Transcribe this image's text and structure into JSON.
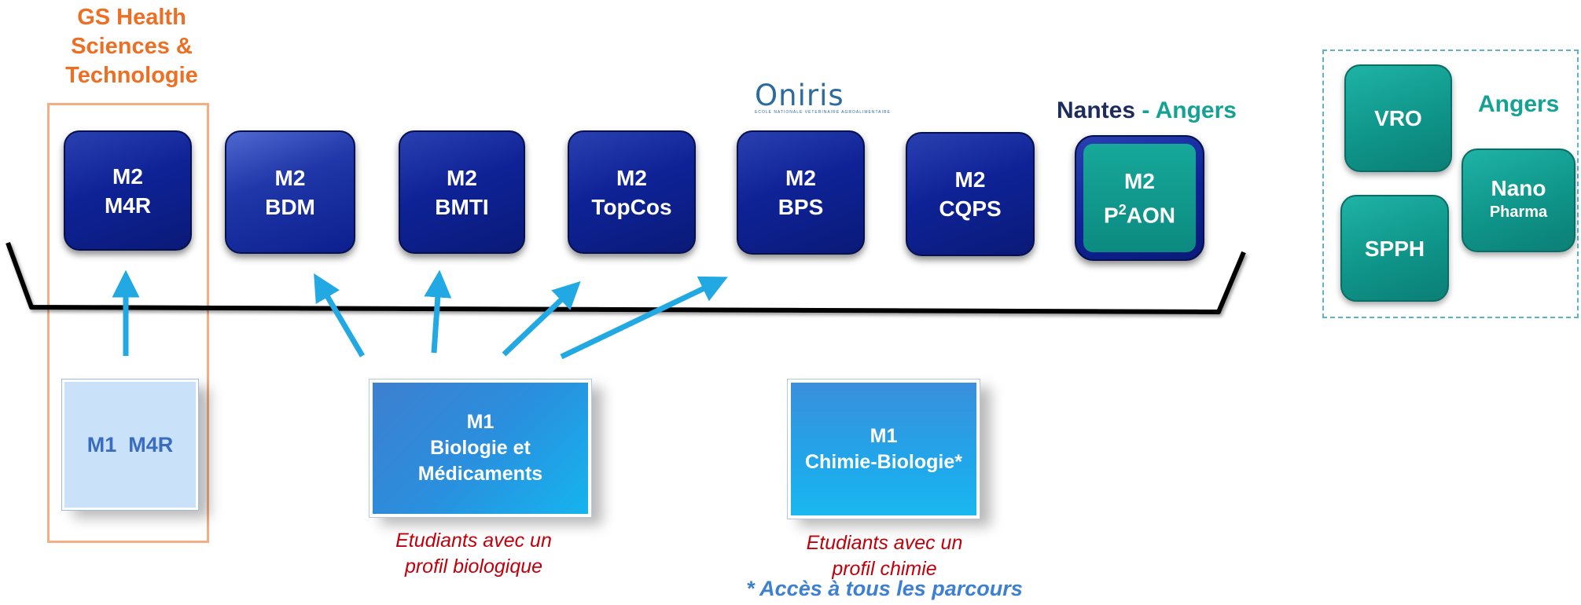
{
  "gs_title": {
    "line1": "GS Health",
    "line2": "Sciences &",
    "line3": "Technologie"
  },
  "m2_tiles": [
    {
      "line1": "M2",
      "line2": "M4R"
    },
    {
      "line1": "M2",
      "line2": "BDM"
    },
    {
      "line1": "M2",
      "line2": "BMTI"
    },
    {
      "line1": "M2",
      "line2": "TopCos"
    },
    {
      "line1": "M2",
      "line2": "BPS"
    },
    {
      "line1": "M2",
      "line2": "CQPS"
    },
    {
      "line1": "M2",
      "line2_prefix": "P",
      "line2_sup": "2",
      "line2_suffix": "AON"
    }
  ],
  "oniris_logo": {
    "word": "Oniris",
    "sub": "ECOLE NATIONALE VETERINAIRE AGROALIMENTAIRE"
  },
  "city_label": {
    "nantes": "Nantes",
    "separator": " - ",
    "angers": "Angers"
  },
  "angers_group": {
    "label": "Angers",
    "tiles": [
      {
        "line1": "VRO"
      },
      {
        "line1": "Nano",
        "line2": "Pharma"
      },
      {
        "line1": "SPPH"
      }
    ]
  },
  "m1_boxes": [
    {
      "line1": "M1",
      "line2": "M4R"
    },
    {
      "line1": "M1",
      "line2": "Biologie et",
      "line3": "Médicaments"
    },
    {
      "line1": "M1",
      "line2": "Chimie-Biologie*"
    }
  ],
  "notes": {
    "bio": {
      "line1": "Etudiants avec un",
      "line2": "profil biologique"
    },
    "chim": {
      "line1": "Etudiants avec un",
      "line2": "profil chimie"
    },
    "access": "* Accès à tous les parcours"
  },
  "colors": {
    "orange_accent": "#ec6f23",
    "navy_tile": "#0e2296",
    "teal_tile": "#13a294",
    "arrow": "#22a9e3",
    "note_red": "#c0000b",
    "access_blue": "#3d7fd1"
  }
}
